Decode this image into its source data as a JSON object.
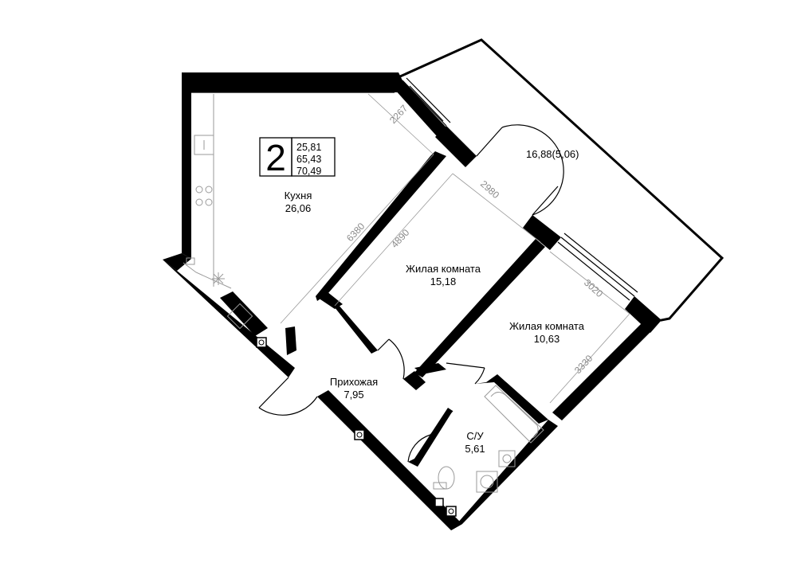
{
  "badge": {
    "rooms": "2",
    "area_living": "25,81",
    "area_total": "65,43",
    "area_with_balcony": "70,49"
  },
  "rooms": {
    "kitchen": {
      "name": "Кухня",
      "area": "26,06"
    },
    "living1": {
      "name": "Жилая комната",
      "area": "15,18"
    },
    "living2": {
      "name": "Жилая комната",
      "area": "10,63"
    },
    "hall": {
      "name": "Прихожая",
      "area": "7,95"
    },
    "bath": {
      "name": "С/У",
      "area": "5,61"
    },
    "balcony": {
      "area": "16,88(5,06)"
    }
  },
  "dimensions": {
    "d2267": "2267",
    "d6380": "6380",
    "d4890": "4890",
    "d2980": "2980",
    "d3020": "3020",
    "d3330": "3330"
  },
  "colors": {
    "wall": "#000000",
    "dimension": "#8a8a8a",
    "background": "#ffffff"
  }
}
